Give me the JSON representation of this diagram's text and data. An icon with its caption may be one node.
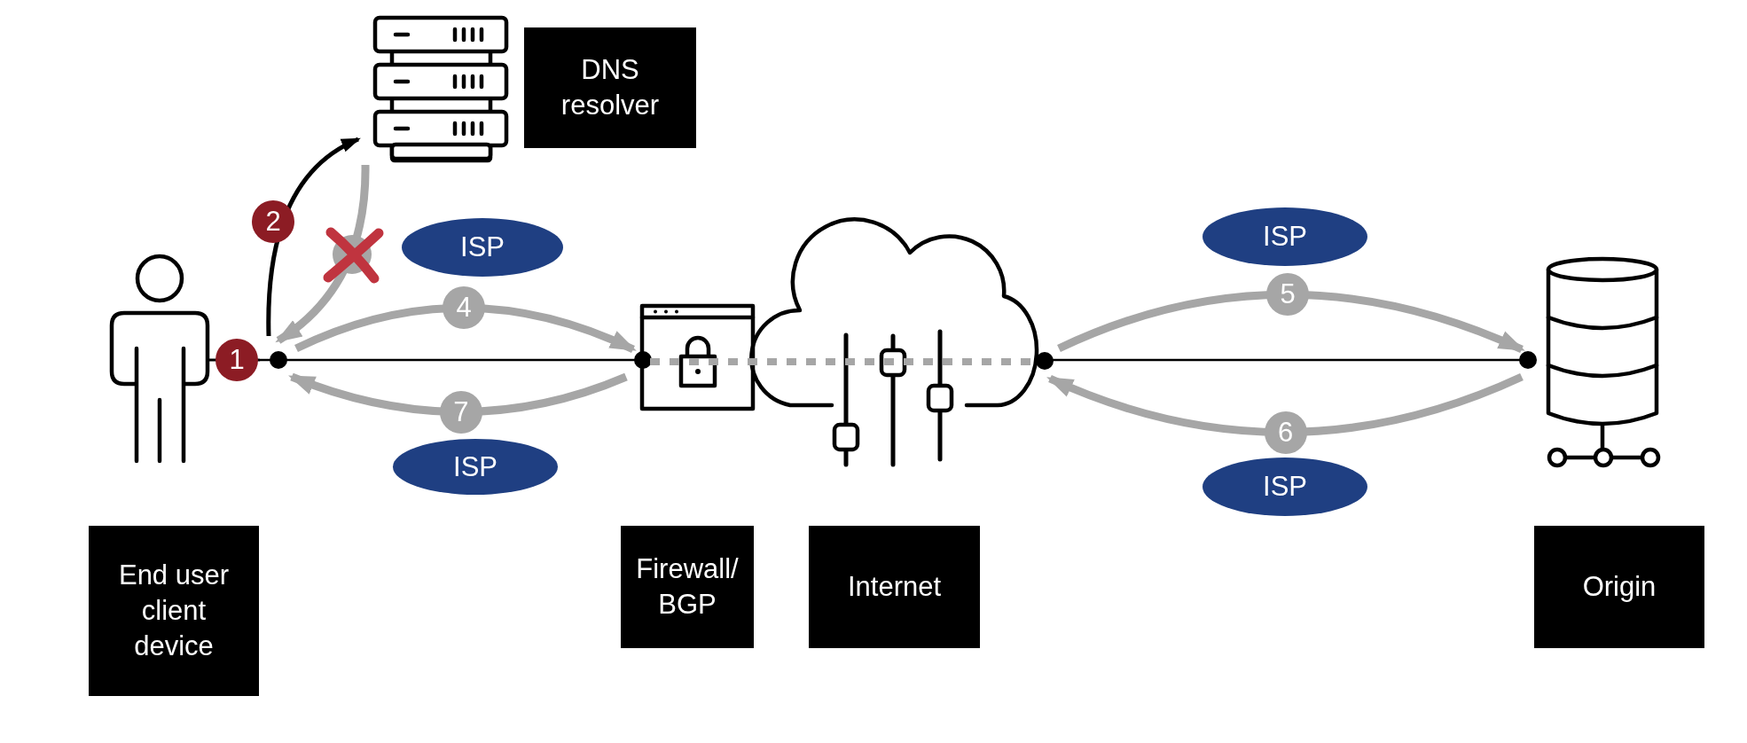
{
  "diagram": {
    "nodes": [
      {
        "text": [
          "End user client device"
        ]
      },
      {
        "text": [
          "DNS resolver"
        ]
      },
      {
        "text": [
          "Firewall/ BGP"
        ]
      },
      {
        "text": [
          "Internet"
        ]
      },
      {
        "text": [
          "Origin"
        ]
      },
      {
        "text": [
          "ISP"
        ]
      },
      {
        "text": [
          "ISP"
        ]
      },
      {
        "text": [
          "ISP"
        ]
      },
      {
        "text": [
          "ISP"
        ]
      }
    ],
    "edges": [
      {
        "from": 0,
        "to": 2,
        "arrow": "other",
        "label": "1",
        "color": "#000000"
      },
      {
        "from": 0,
        "to": 1,
        "arrow": "to",
        "label": "2",
        "color": "#000000"
      },
      {
        "from": 1,
        "to": 0,
        "arrow": "to"
      },
      {
        "from": 0,
        "to": 2,
        "arrow": "to",
        "label": "4"
      },
      {
        "from": 2,
        "to": 0,
        "arrow": "to",
        "label": "7"
      },
      {
        "from": 3,
        "to": 4,
        "arrow": "to",
        "label": "5"
      },
      {
        "from": 4,
        "to": 3,
        "arrow": "to",
        "label": "6"
      },
      {
        "from": 2,
        "to": 3,
        "arrow": "none",
        "style": "dashed"
      },
      {
        "from": 3,
        "to": 4,
        "arrow": "other",
        "color": "#000000"
      }
    ]
  }
}
